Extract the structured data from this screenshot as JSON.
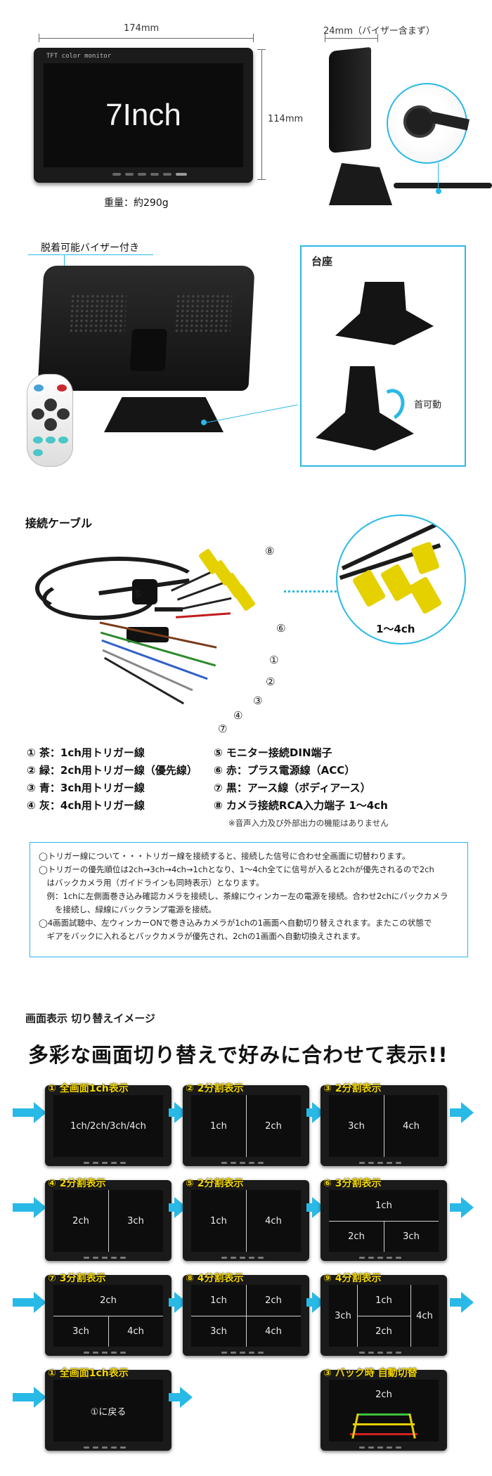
{
  "dimensions": {
    "width": "174mm",
    "height": "114mm",
    "depth": "24mm（バイザー含まず）",
    "weight": "重量：約290g"
  },
  "monitor_front": {
    "brand_text": "TFT color monitor",
    "size_label": "7Inch"
  },
  "visor_label": "脱着可能バイザー付き",
  "stand_box": {
    "title": "台座",
    "rotate_label": "首可動"
  },
  "cable_section": {
    "title": "接続ケーブル",
    "circled_numbers": [
      "⑤",
      "⑧",
      "⑥",
      "①",
      "②",
      "③",
      "④",
      "⑦"
    ],
    "zoom_label": "1〜4ch",
    "legend_left": [
      "① 茶：1ch用トリガー線",
      "② 緑：2ch用トリガー線（優先線）",
      "③ 青：3ch用トリガー線",
      "④ 灰：4ch用トリガー線"
    ],
    "legend_right": [
      "⑤ モニター接続DIN端子",
      "⑥ 赤：プラス電源線（ACC）",
      "⑦ 黒：アース線（ボディアース）",
      "⑧ カメラ接続RCA入力端子 1〜4ch"
    ],
    "legend_note": "※音声入力及び外部出力の機能はありません"
  },
  "notes": [
    "◯トリガー線について・・・トリガー線を接続すると、接続した信号に合わせ全画面に切替わります。",
    "◯トリガーの優先順位は2ch→3ch→4ch→1chとなり、1〜4ch全てに信号が入ると2chが優先されるので2ch",
    "　はバックカメラ用（ガイドラインも同時表示）となります。",
    "　例：1chに左側面巻き込み確認カメラを接続し、茶線にウィンカー左の電源を接続。合わせ2chにバックカメラ",
    "　　を接続し、緑線にバックランプ電源を接続。",
    "◯4画面試聴中、左ウィンカーONで巻き込みカメラが1chの1画面へ自動切り替えされます。またこの状態で",
    "　ギアをバックに入れるとバックカメラが優先され、2chの1画面へ自動切換えされます。"
  ],
  "display_section": {
    "subtitle": "画面表示 切り替えイメージ",
    "title": "多彩な画面切り替えで好みに合わせて表示!!",
    "panels": [
      {
        "label": "① 全画面1ch表示",
        "cells": [
          "1ch/2ch/3ch/4ch"
        ]
      },
      {
        "label": "② 2分割表示",
        "cells": [
          "1ch",
          "2ch"
        ]
      },
      {
        "label": "③ 2分割表示",
        "cells": [
          "3ch",
          "4ch"
        ]
      },
      {
        "label": "④ 2分割表示",
        "cells": [
          "2ch",
          "3ch"
        ]
      },
      {
        "label": "⑤ 2分割表示",
        "cells": [
          "1ch",
          "4ch"
        ]
      },
      {
        "label": "⑥ 3分割表示",
        "cells": [
          "1ch",
          "2ch",
          "3ch"
        ]
      },
      {
        "label": "⑦ 3分割表示",
        "cells": [
          "2ch",
          "3ch",
          "4ch"
        ]
      },
      {
        "label": "⑧ 4分割表示",
        "cells": [
          "1ch",
          "2ch",
          "3ch",
          "4ch"
        ]
      },
      {
        "label": "⑨ 4分割表示",
        "cells": [
          "1ch",
          "3ch",
          "4ch",
          "2ch"
        ]
      },
      {
        "label": "① 全画面1ch表示",
        "cells": [
          "①に戻る"
        ]
      },
      {
        "label": "③ バック時 自動切替",
        "cells": [
          "2ch"
        ]
      }
    ]
  },
  "colors": {
    "accent": "#29b9e6",
    "label_yellow": "#f2d600"
  }
}
